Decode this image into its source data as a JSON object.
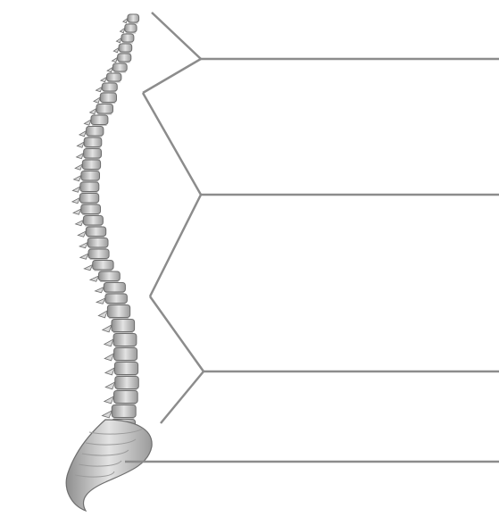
{
  "diagram": {
    "image": "spine-illustration",
    "line_color": "#8c8c8c",
    "bone_fill": "#d9d9d9",
    "bone_stroke": "#6e6e6e",
    "label_lines": [
      {
        "id": "cervical",
        "text": ""
      },
      {
        "id": "thoracic",
        "text": ""
      },
      {
        "id": "lumbar",
        "text": ""
      },
      {
        "id": "sacrum-coccyx",
        "text": ""
      }
    ]
  }
}
